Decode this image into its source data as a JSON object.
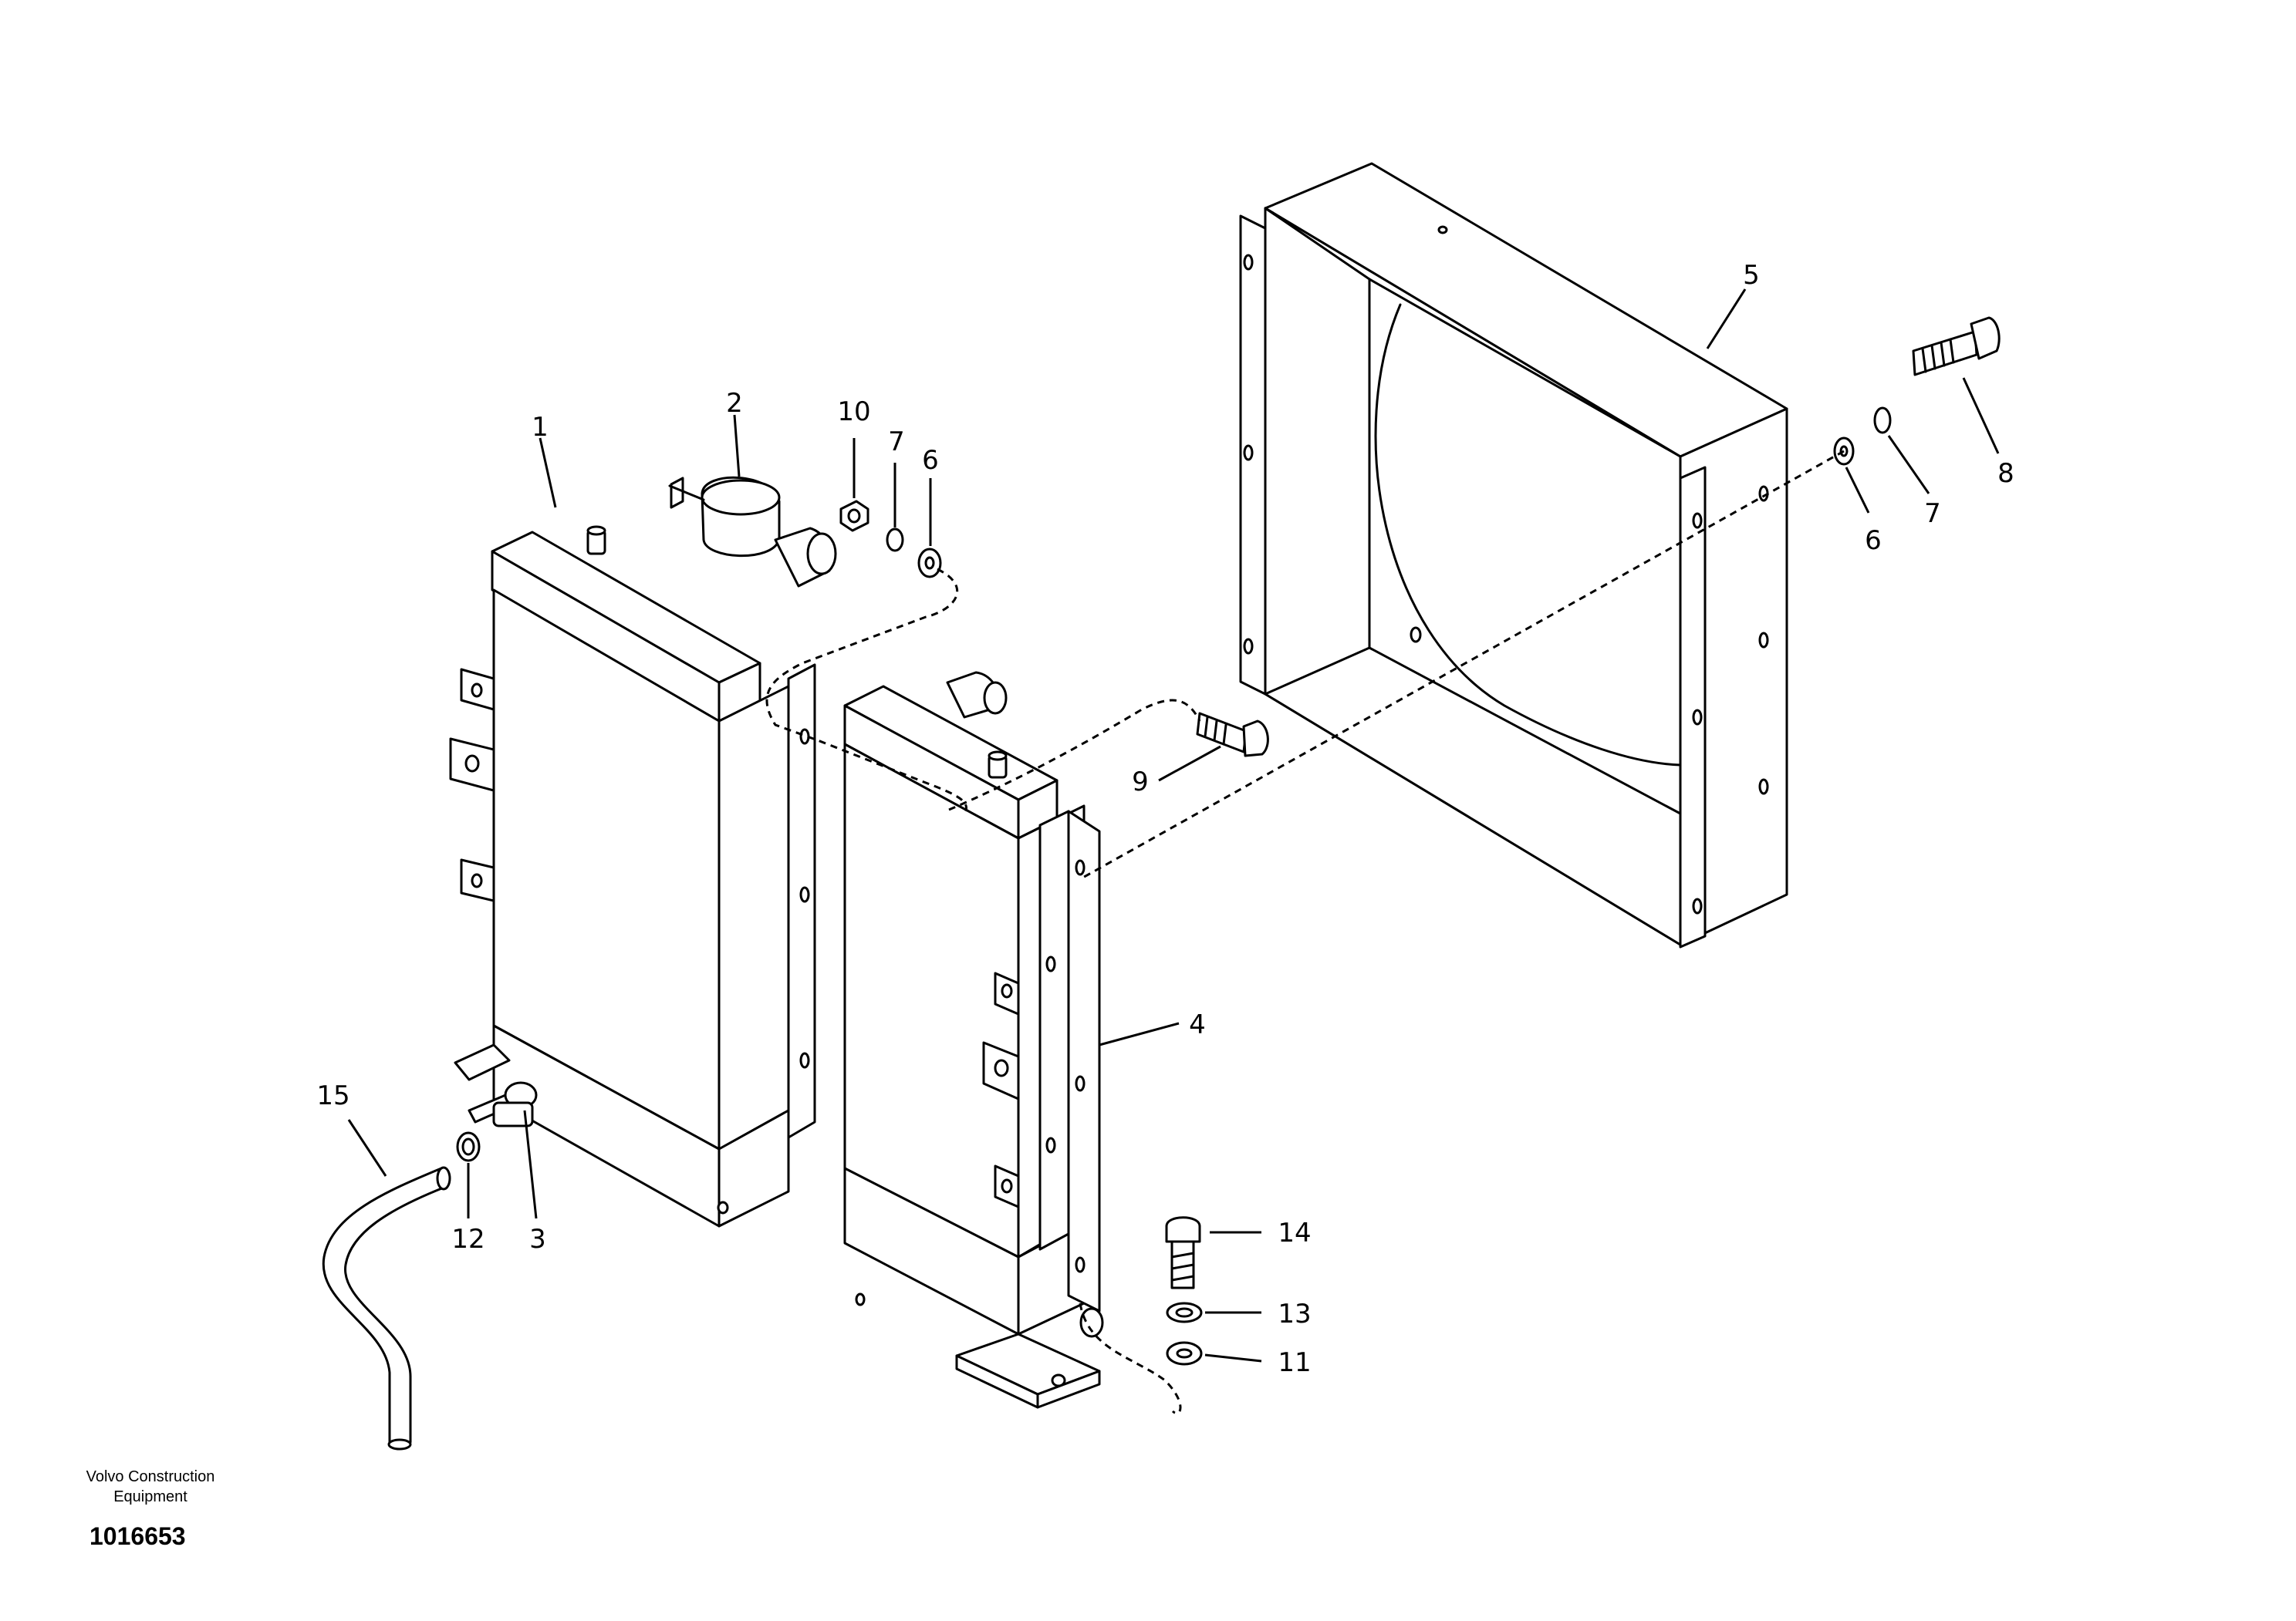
{
  "callouts": {
    "c1": "1",
    "c2": "2",
    "c3": "3",
    "c4": "4",
    "c5": "5",
    "c6a": "6",
    "c6b": "6",
    "c7a": "7",
    "c7b": "7",
    "c8": "8",
    "c9": "9",
    "c10": "10",
    "c11": "11",
    "c12": "12",
    "c13": "13",
    "c14": "14",
    "c15": "15"
  },
  "caption": {
    "brand_line1": "Volvo Construction",
    "brand_line2": "Equipment",
    "reference_number": "1016653"
  }
}
